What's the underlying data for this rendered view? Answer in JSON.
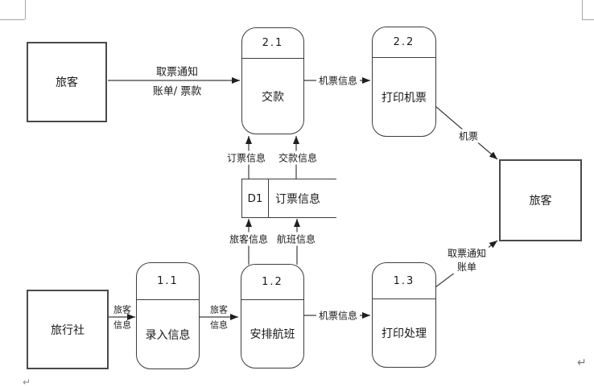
{
  "window": {
    "background": "#ffffff",
    "margin_mark_color": "#a8a8a8",
    "paragraph_mark": "↵"
  },
  "colors": {
    "line": "#3d3d3d",
    "shape_border": "#3c3c3c",
    "text": "#1a1a1a"
  },
  "entities": [
    {
      "label": "旅客"
    },
    {
      "label": "旅行社"
    },
    {
      "label": "旅客"
    }
  ],
  "processes": [
    {
      "number": "2.1",
      "label": "交款"
    },
    {
      "number": "2.2",
      "label": "打印机票"
    },
    {
      "number": "1.1",
      "label": "录入信息"
    },
    {
      "number": "1.2",
      "label": "安排航班"
    },
    {
      "number": "1.3",
      "label": "打印处理"
    }
  ],
  "datastore": {
    "code": "D1",
    "label": "订票信息"
  },
  "flows": {
    "pickup_top": {
      "line1": "取票通知",
      "line2": "账单/ 票款"
    },
    "ticket_info_top": {
      "label": "机票信息"
    },
    "ticket": {
      "label": "机票"
    },
    "booking_info": {
      "label": "订票信息"
    },
    "payment_info": {
      "label": "交款信息"
    },
    "passenger_info_store": {
      "label": "旅客信息"
    },
    "flight_info": {
      "label": "航班信息"
    },
    "passenger_info_1": {
      "line1": "旅客",
      "line2": "信息"
    },
    "passenger_info_2": {
      "line1": "旅客",
      "line2": "信息"
    },
    "ticket_info_bottom": {
      "label": "机票信息"
    },
    "pickup_bottom": {
      "line1": "取票通知",
      "line2": "账单"
    }
  }
}
